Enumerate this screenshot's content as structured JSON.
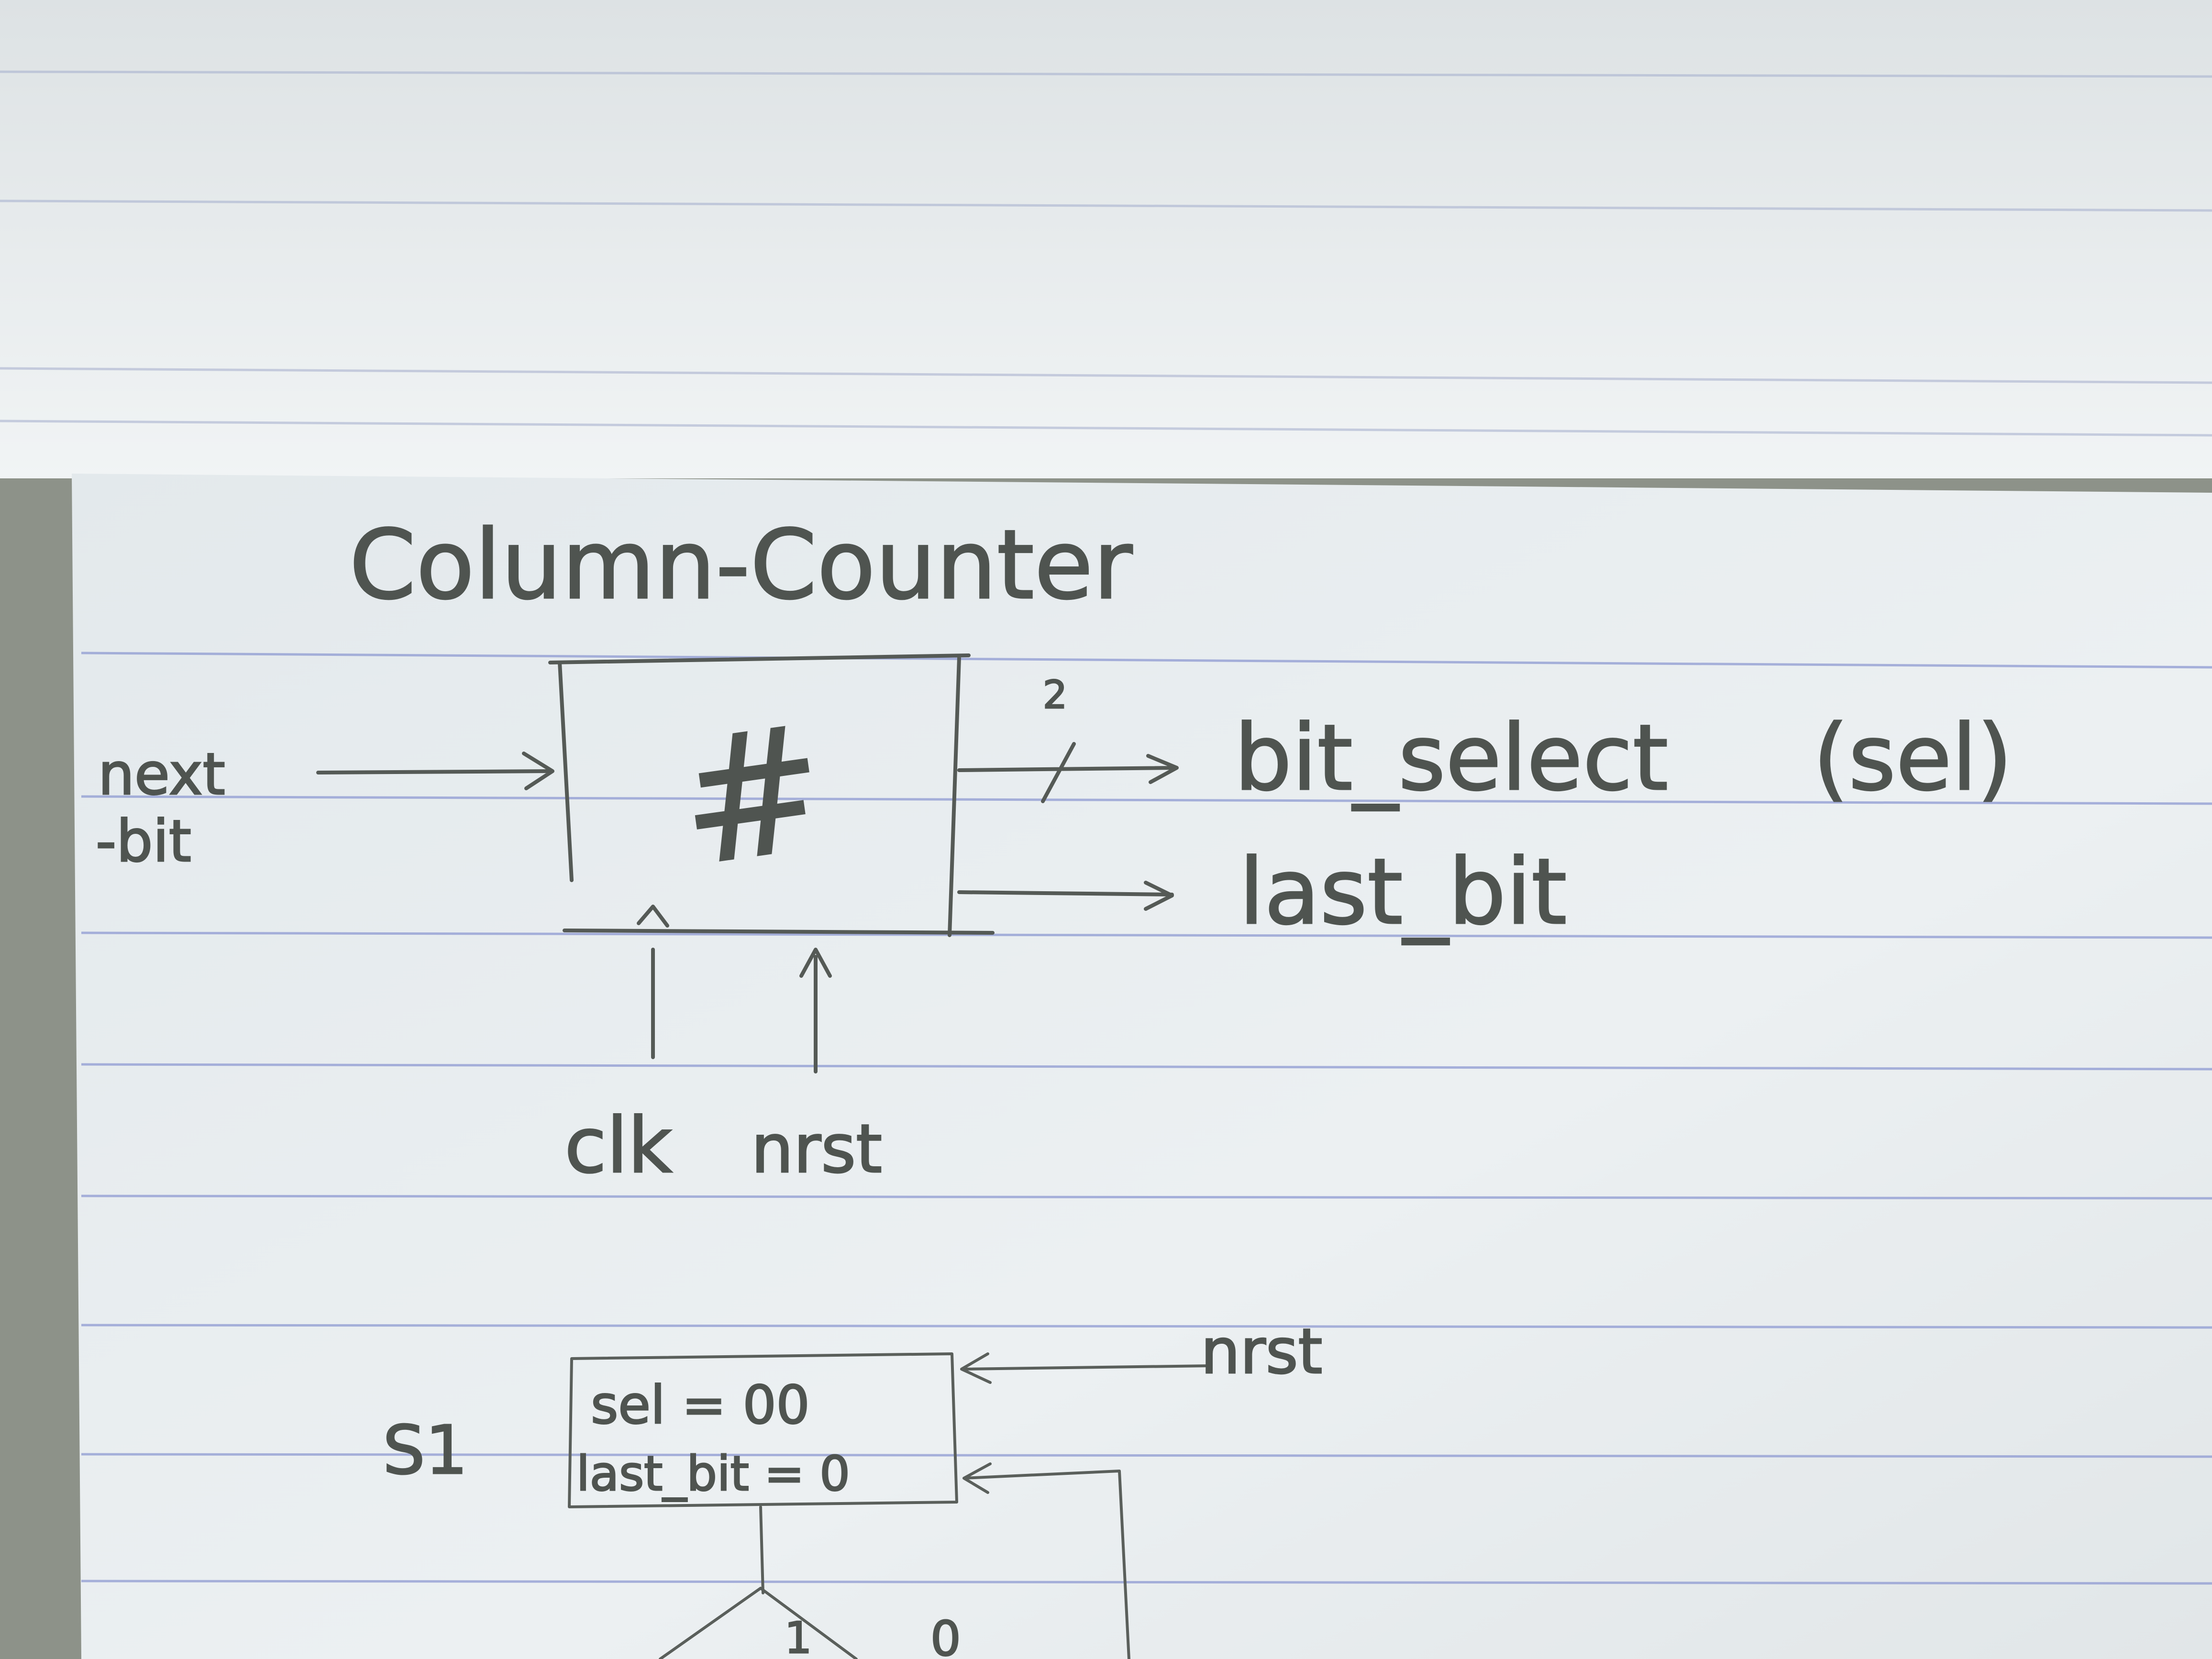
{
  "page": {
    "title": "Column-Counter",
    "counter_symbol": "#"
  },
  "block": {
    "inputs": {
      "next_bit": [
        "next",
        "-bit"
      ],
      "clk": "clk",
      "nrst": "nrst"
    },
    "outputs": {
      "bus_width": "2",
      "bit_select": "bit_select",
      "sel_alias": "(sel)",
      "last_bit": "last_bit"
    }
  },
  "state_diagram": {
    "state_label": "S1",
    "state_lines": [
      "sel = 00",
      "last_bit = 0"
    ],
    "reset_input": "nrst",
    "branch_one": "1",
    "branch_zero": "0"
  },
  "colors": {
    "paper": "#e9eef0",
    "upper_page": "#eef2f4",
    "ink": "#4f5450",
    "rule_lines": "#8e9ad2",
    "desk": "#8d9289"
  }
}
